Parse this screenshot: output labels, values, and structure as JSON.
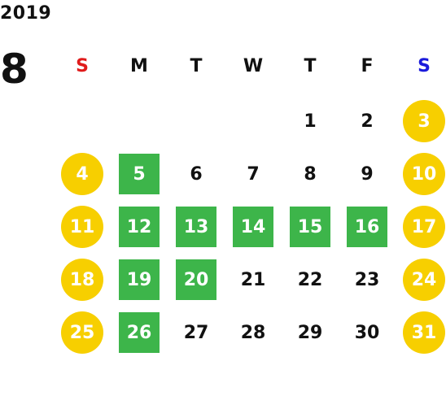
{
  "year": "2019",
  "month": "8",
  "colors": {
    "sunday": "#e01b1b",
    "saturday": "#1a1adb",
    "weekend_circle": "#f7cf00",
    "highlight_square": "#3db54a",
    "text": "#111111"
  },
  "weekdays": [
    {
      "label": "S",
      "type": "sunday"
    },
    {
      "label": "M",
      "type": "weekday"
    },
    {
      "label": "T",
      "type": "weekday"
    },
    {
      "label": "W",
      "type": "weekday"
    },
    {
      "label": "T",
      "type": "weekday"
    },
    {
      "label": "F",
      "type": "weekday"
    },
    {
      "label": "S",
      "type": "saturday"
    }
  ],
  "weeks": [
    [
      null,
      null,
      null,
      null,
      {
        "day": "1",
        "style": "plain"
      },
      {
        "day": "2",
        "style": "plain"
      },
      {
        "day": "3",
        "style": "circle"
      }
    ],
    [
      {
        "day": "4",
        "style": "circle"
      },
      {
        "day": "5",
        "style": "square"
      },
      {
        "day": "6",
        "style": "plain"
      },
      {
        "day": "7",
        "style": "plain"
      },
      {
        "day": "8",
        "style": "plain"
      },
      {
        "day": "9",
        "style": "plain"
      },
      {
        "day": "10",
        "style": "circle"
      }
    ],
    [
      {
        "day": "11",
        "style": "circle"
      },
      {
        "day": "12",
        "style": "square"
      },
      {
        "day": "13",
        "style": "square"
      },
      {
        "day": "14",
        "style": "square"
      },
      {
        "day": "15",
        "style": "square"
      },
      {
        "day": "16",
        "style": "square"
      },
      {
        "day": "17",
        "style": "circle"
      }
    ],
    [
      {
        "day": "18",
        "style": "circle"
      },
      {
        "day": "19",
        "style": "square"
      },
      {
        "day": "20",
        "style": "square"
      },
      {
        "day": "21",
        "style": "plain"
      },
      {
        "day": "22",
        "style": "plain"
      },
      {
        "day": "23",
        "style": "plain"
      },
      {
        "day": "24",
        "style": "circle"
      }
    ],
    [
      {
        "day": "25",
        "style": "circle"
      },
      {
        "day": "26",
        "style": "square"
      },
      {
        "day": "27",
        "style": "plain"
      },
      {
        "day": "28",
        "style": "plain"
      },
      {
        "day": "29",
        "style": "plain"
      },
      {
        "day": "30",
        "style": "plain"
      },
      {
        "day": "31",
        "style": "circle"
      }
    ]
  ]
}
